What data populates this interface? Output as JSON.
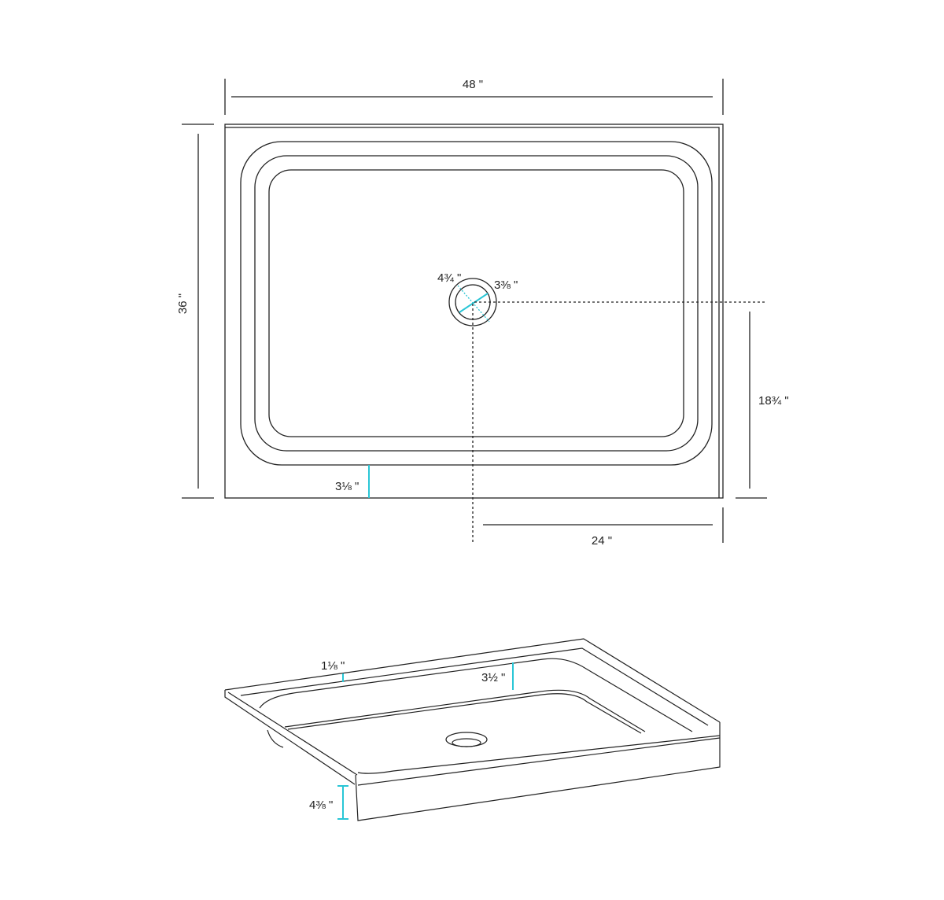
{
  "top_view": {
    "width_label": "48 \"",
    "depth_label": "36 \"",
    "drain_outer_label": "4¾ \"",
    "drain_inner_label": "3⅜ \"",
    "drain_offset_depth_label": "18¾ \"",
    "drain_offset_width_label": "24 \"",
    "flange_label": "3⅛ \""
  },
  "perspective_view": {
    "tile_flange_label": "1⅛ \"",
    "basin_depth_label": "3½ \"",
    "apron_height_label": "4⅜ \""
  },
  "colors": {
    "line": "#222222",
    "accent": "#29c6d6"
  }
}
